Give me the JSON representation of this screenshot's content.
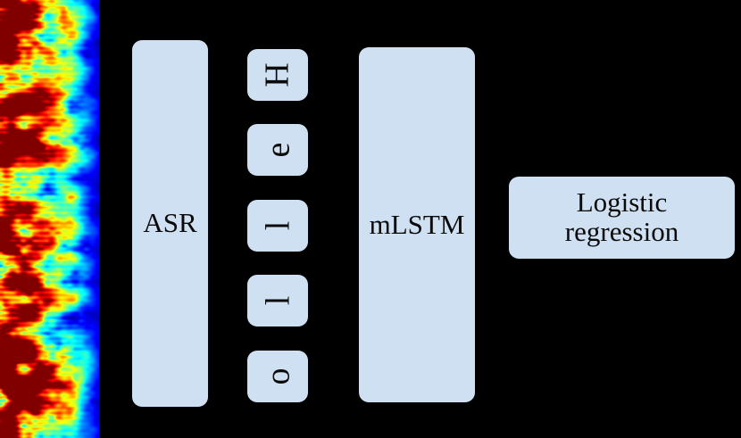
{
  "figure": {
    "type": "pipeline-diagram",
    "background_color": "#000000",
    "node_fill_color": "#cfe0f2",
    "node_text_color": "#0a0a0a"
  },
  "spectrogram": {
    "name": "speech-spectrogram",
    "colormap": "jet",
    "orientation": "vertical",
    "low_color": "#00007f",
    "mid_color": "#00ffff",
    "high_color": "#7f0000"
  },
  "nodes": {
    "asr": {
      "label": "ASR"
    },
    "mlstm": {
      "label": "mLSTM"
    },
    "logistic_regression": {
      "label": "Logistic\nregression",
      "line1": "Logistic",
      "line2": "regression"
    }
  },
  "tokens": {
    "name": "character-token-sequence",
    "word": "Hello",
    "rotation_degrees": -90,
    "items": [
      {
        "char": "H"
      },
      {
        "char": "e"
      },
      {
        "char": "l"
      },
      {
        "char": "l"
      },
      {
        "char": "o"
      }
    ]
  }
}
